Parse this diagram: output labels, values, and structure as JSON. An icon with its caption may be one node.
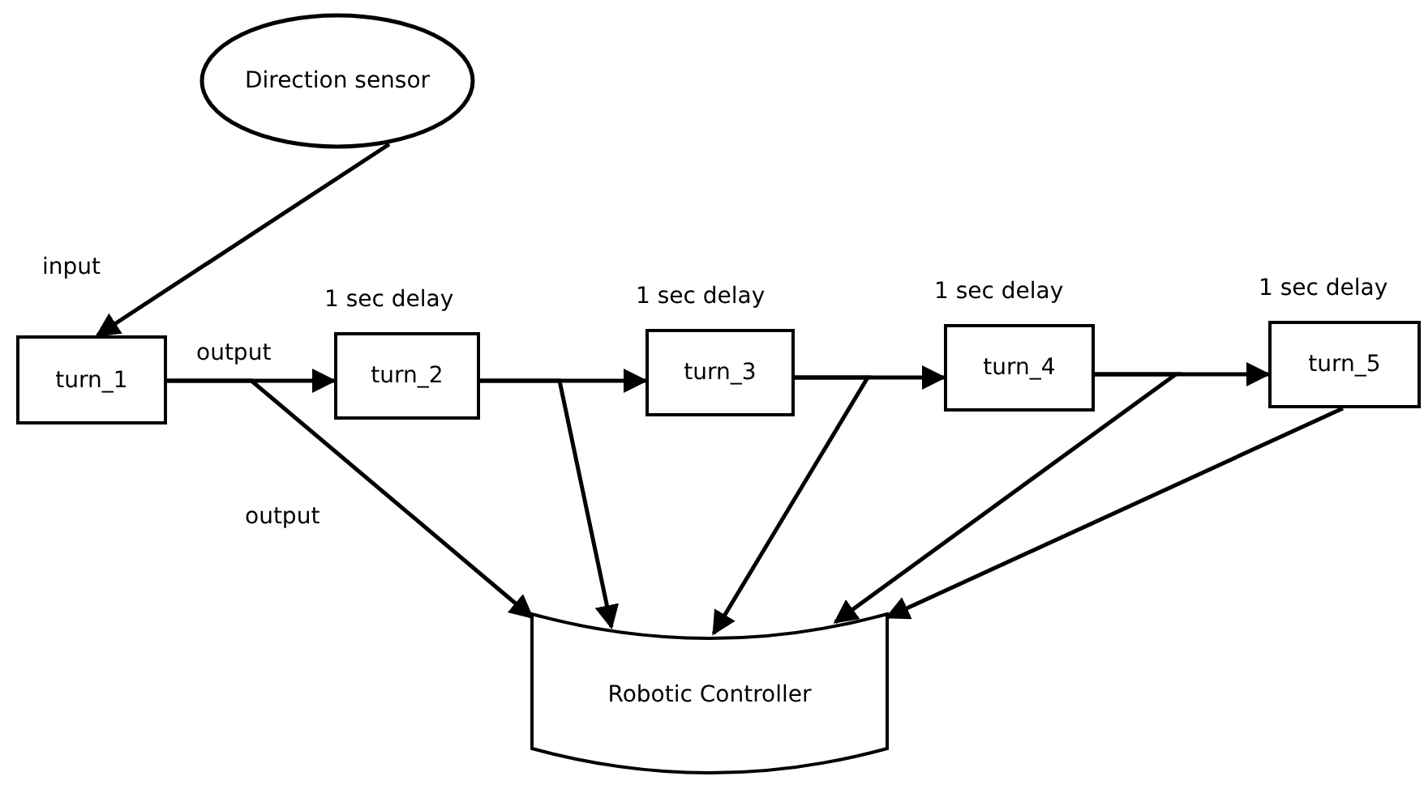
{
  "diagram": {
    "nodes": [
      {
        "text": [
          "Direction sensor"
        ]
      },
      {
        "text": [
          "turn_1"
        ]
      },
      {
        "text": [
          "turn_2"
        ],
        "beside": [
          "1 sec delay"
        ]
      },
      {
        "text": [
          "turn_3"
        ],
        "beside": [
          "1 sec delay"
        ]
      },
      {
        "text": [
          "turn_4"
        ],
        "beside": [
          "1 sec delay"
        ]
      },
      {
        "text": [
          "turn_5"
        ],
        "beside": [
          "1 sec delay"
        ]
      },
      {
        "text": [
          "Robotic Controller"
        ]
      }
    ],
    "edges": [
      {
        "from": 0,
        "to": 1,
        "arrow": "to",
        "label": "input"
      },
      {
        "from": 1,
        "to": 2,
        "arrow": "to",
        "label": "output"
      },
      {
        "from": 1,
        "to": 6,
        "arrow": "to",
        "label": "output"
      },
      {
        "from": 2,
        "to": 3,
        "arrow": "to"
      },
      {
        "from": 2,
        "to": 6,
        "arrow": "to"
      },
      {
        "from": 3,
        "to": 4,
        "arrow": "to"
      },
      {
        "from": 3,
        "to": 6,
        "arrow": "to"
      },
      {
        "from": 4,
        "to": 5,
        "arrow": "to"
      },
      {
        "from": 4,
        "to": 6,
        "arrow": "to"
      },
      {
        "from": 5,
        "to": 6,
        "arrow": "to"
      }
    ]
  }
}
